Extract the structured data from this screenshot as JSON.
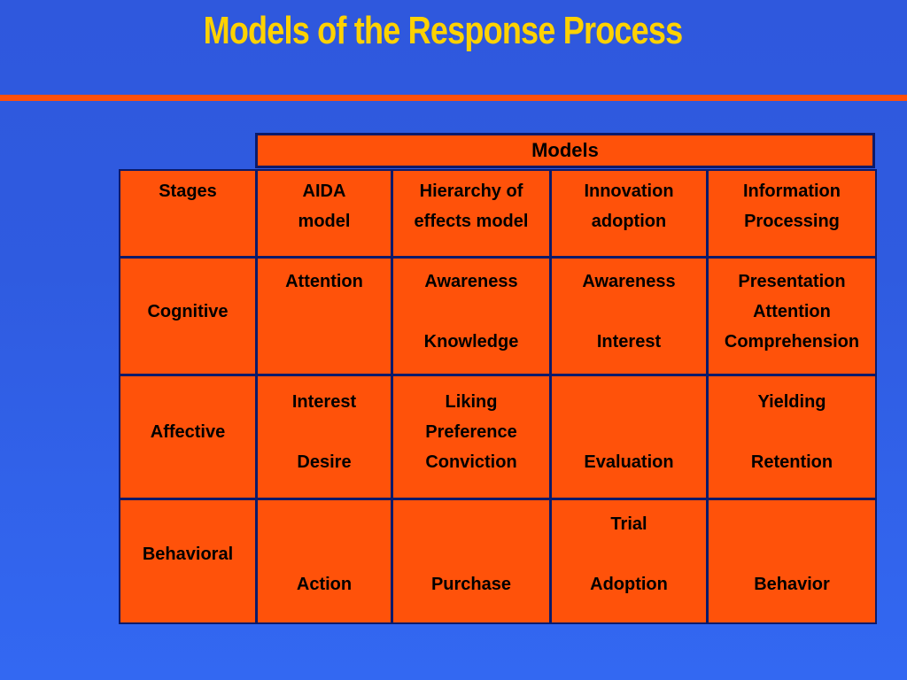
{
  "slide": {
    "title": "Models of the Response Process",
    "models_label": "Models"
  },
  "table": {
    "header": {
      "stages": [
        "Stages",
        ""
      ],
      "aida": [
        "AIDA",
        "model"
      ],
      "hierarchy": [
        "Hierarchy of",
        "effects model"
      ],
      "innovation": [
        "Innovation",
        "adoption"
      ],
      "information": [
        "Information",
        "Processing"
      ]
    },
    "rows": {
      "cognitive": {
        "stage": "Cognitive",
        "aida": [
          "Attention",
          "",
          ""
        ],
        "hierarchy": [
          "Awareness",
          "",
          "Knowledge"
        ],
        "innovation": [
          "Awareness",
          "",
          "Interest"
        ],
        "information": [
          "Presentation",
          "Attention",
          "Comprehension"
        ]
      },
      "affective": {
        "stage": "Affective",
        "aida": [
          "Interest",
          "",
          "Desire"
        ],
        "hierarchy": [
          "Liking",
          "Preference",
          "Conviction"
        ],
        "innovation": [
          "",
          "",
          "Evaluation"
        ],
        "information": [
          "Yielding",
          "",
          "Retention"
        ]
      },
      "behavioral": {
        "stage": "Behavioral",
        "aida": [
          "",
          "",
          "Action"
        ],
        "hierarchy": [
          "",
          "",
          "Purchase"
        ],
        "innovation": [
          "Trial",
          "",
          "Adoption"
        ],
        "information": [
          "",
          "",
          "Behavior"
        ]
      }
    }
  }
}
